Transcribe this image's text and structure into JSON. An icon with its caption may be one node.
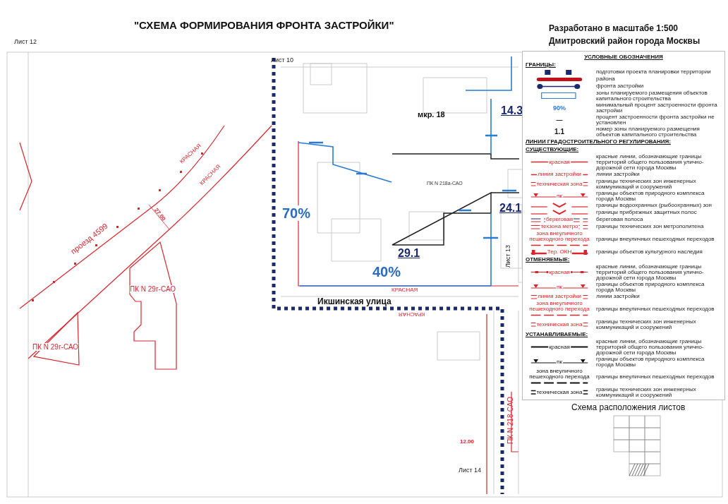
{
  "diagram": {
    "title": "\"СХЕМА ФОРМИРОВАНИЯ ФРОНТА ЗАСТРОЙКИ\"",
    "labels": [
      "Лист 12",
      "Разработано в масштабе 1:500",
      "Дмитровский район города Москвы",
      "Лист 10",
      "мкр. 18",
      "14.3",
      "ПК N 218а-САО",
      "24.1",
      "70%",
      "КРАСНАЯ",
      "КРАСНАЯ",
      "27.00",
      "проезд 4599",
      "ПК N 29г-САО",
      "29.1",
      "Лист 13",
      "40%",
      "КРАСНАЯ",
      "Икшинская улица",
      "КРАСНАЯ",
      "ПК N 29г-САО",
      "ПК N 218-САО",
      "12.00",
      "Лист 14",
      "УСЛОВНЫЕ ОБОЗНАЧЕНИЯ",
      "ГРАНИЦЫ:",
      "90%",
      "—",
      "1.1",
      "ЛИНИИ ГРАДОСТРОИТЕЛЬНОГО РЕГУЛИРОВАНИЯ:",
      "СУЩЕСТВУЮЩИЕ:",
      "красная",
      "линия застройки",
      "техническая зона",
      "пк",
      "береговая",
      "техзона метро",
      "зона внеуличного пешеходного перехода",
      "Тер. ОКН",
      "ОТМЕНЯЕМЫЕ:",
      "красная",
      "пк",
      "линия застройки",
      "зона внеуличного пешеходного перехода",
      "техническая зона",
      "УСТАНАВЛИВАЕМЫЕ:",
      "красная",
      "пк",
      "зона внеуличного пешеходного перехода",
      "техническая зона",
      "Схема расположения листов"
    ],
    "legend": [
      {
        "text": "подготовки проекта планировки территории"
      },
      {
        "text": "района"
      },
      {
        "text": "фронта застройки"
      },
      {
        "text": "зоны планируемого размещения объектов капитального строительства"
      },
      {
        "text": "минимальный процент застроенности фронта застройки"
      },
      {
        "text": "процент застроенности фронта застройки не установлен"
      },
      {
        "text": "номер зоны планируемого размещения объектов капитального строительства"
      },
      {
        "text": "красные линии, обозначающие границы территорий общего пользования улично-дорожной сети города Москвы"
      },
      {
        "text": "линии застройки"
      },
      {
        "text": "границы технических зон инженерных коммуникаций и сооружений"
      },
      {
        "text": "границы объектов природного комплекса города Москвы"
      },
      {
        "text": "границы водоохранных (рыбоохранных) зон"
      },
      {
        "text": "границы прибрежных защитных полос"
      },
      {
        "text": "береговая полоса"
      },
      {
        "text": "границы технических зон метрополитена"
      },
      {
        "text": "границы внеуличных пешеходных переходов"
      },
      {
        "text": "границы объектов культурного наследия"
      },
      {
        "text": "красные линии, обозначающие границы территорий общего пользования улично-дорожной сети города Москвы"
      },
      {
        "text": "границы объектов природного комплекса города Москвы"
      },
      {
        "text": "линии застройки"
      },
      {
        "text": "границы внеуличных пешеходных переходов"
      },
      {
        "text": "границы технических зон инженерных коммуникаций и сооружений"
      },
      {
        "text": "красные линии, обозначающие границы территорий общего пользования улично-дорожной сети города Москвы"
      },
      {
        "text": "границы объектов природного комплекса города Москвы"
      },
      {
        "text": "границы внеуличных пешеходных переходов"
      },
      {
        "text": "границы технических зон инженерных коммуникаций и сооружений"
      }
    ]
  }
}
